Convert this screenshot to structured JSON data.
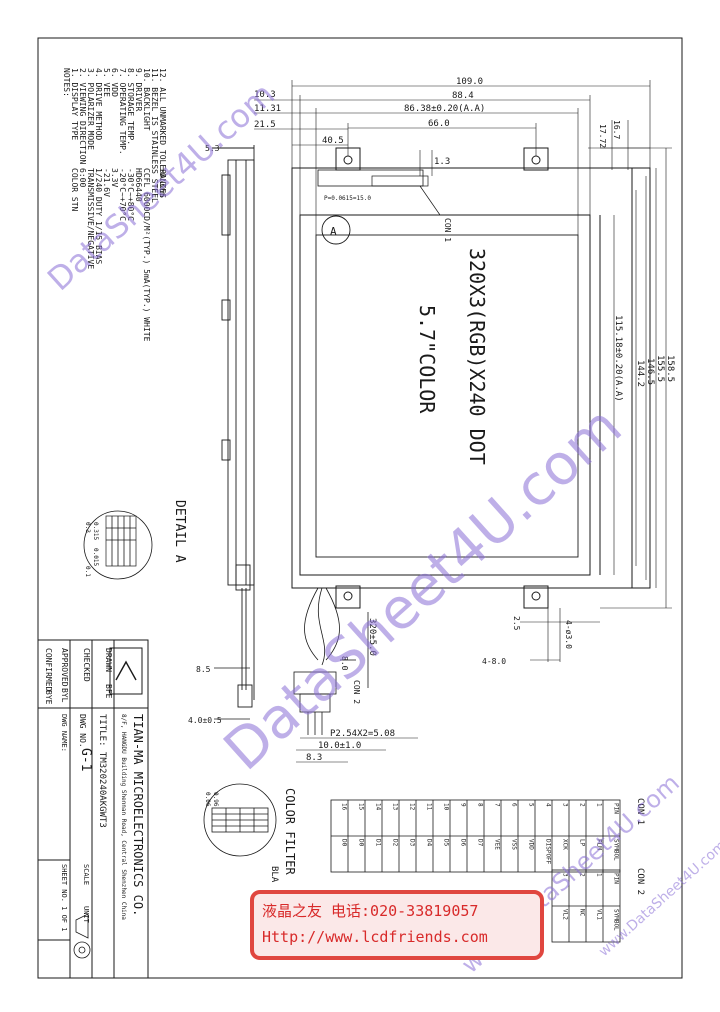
{
  "dimensions": {
    "top": [
      "109.0",
      "88.4",
      "86.38±0.20(A.A)",
      "66.0",
      "40.5",
      "1.3"
    ],
    "left": [
      "10.3",
      "11.31",
      "21.5",
      "5.3"
    ],
    "right_top": [
      "16.7",
      "17.72"
    ],
    "right_vertical": [
      "158.5",
      "155.5",
      "146.5",
      "144.2",
      "115.18±0.20(A.A)"
    ],
    "right_misc": [
      "2.5",
      "4-ø3.0",
      "4-8.0"
    ],
    "cable": [
      "320±5.0",
      "8.0",
      "8.5",
      "4.0±0.5"
    ],
    "bottom": [
      "P2.54X2=5.08",
      "10.0±1.0",
      "8.3"
    ],
    "pitch": "P=0.0615=15.0"
  },
  "panel": {
    "resolution": "320X3(RGB)X240 DOT",
    "size": "5.7\"COLOR",
    "connector1": "CON 1",
    "connector2": "CON 2",
    "detail_a_marker": "A"
  },
  "notes": {
    "title": "NOTES:",
    "items": [
      "1. DISPLAY TYPE",
      "2. VIEWING DIRECTION",
      "3. POLARIZER MODE",
      "4. DRIVE METHOD",
      "5. VEE",
      "6. VDD",
      "7. OPERATING TEMP.",
      "8. STORAGE TEMP.",
      "9. DRIVER",
      "10. BACKLIGHT",
      "11. BEZEL IS STAINLESS STEEL",
      "12. ALL UNMARKED TOLERANCES"
    ],
    "values": [
      "COLOR STN",
      "6:00",
      "TRANSMISSIVE/NEGATIVE",
      "1/240 DUTY  1/15 BIAS",
      "-21.6V",
      "3.3V",
      "-20°C~+70°C",
      "-30°C~+80°C",
      "HD66440",
      "CCFL 6000CD/M²(TYP.)  5mA(TYP.) WHITE",
      "",
      "±0.3mm"
    ]
  },
  "details": {
    "detail_a": "DETAIL A",
    "detail_a_values": [
      "0.3",
      "0.315",
      "0.015",
      "0.1"
    ],
    "detail_b_values": [
      "0.96",
      "0.06"
    ],
    "color_filter": "COLOR FILTER",
    "color_filter_sub": "BLA"
  },
  "title_block": {
    "company": "TIAN-MA MICROELECTRONICS CO.",
    "address": "8/F, HANGDU Building Shennan Road, Central Shenzhen China",
    "title": "TITLE: TM320240AKGWT3",
    "drawn": "DRAWN",
    "drawn_by": "BFE",
    "checked": "CHECKED",
    "approved": "APPROVED",
    "approved_by": "BYL",
    "confirmed": "CONFIRMED",
    "confirmed_by": "BYE",
    "dwg_no_label": "DWG NO.",
    "dwg_no": "G-1",
    "dwg_name": "DWG NAME:",
    "scale": "SCALE",
    "unit": "UNIT",
    "sheet": "SHEET NO. 1 OF 1"
  },
  "con1_table": {
    "header": [
      "PIN",
      "SYMBOL"
    ],
    "rows": [
      [
        "1",
        "FLM"
      ],
      [
        "2",
        "LP"
      ],
      [
        "3",
        "XCK"
      ],
      [
        "4",
        "DISPOFF"
      ],
      [
        "5",
        "VDD"
      ],
      [
        "6",
        "VSS"
      ],
      [
        "7",
        "VEE"
      ],
      [
        "8",
        "D7"
      ],
      [
        "9",
        "D6"
      ],
      [
        "10",
        "D5"
      ],
      [
        "11",
        "D4"
      ],
      [
        "12",
        "D3"
      ],
      [
        "13",
        "D2"
      ],
      [
        "14",
        "D1"
      ],
      [
        "15",
        "D0"
      ],
      [
        "16",
        "D0"
      ]
    ],
    "label": "CON 1"
  },
  "con2_table": {
    "header": [
      "PIN",
      "SYMBOL"
    ],
    "rows": [
      [
        "1",
        "VL1"
      ],
      [
        "2",
        "NC"
      ],
      [
        "3",
        "VL2"
      ]
    ],
    "label": "CON 2"
  },
  "stamp": {
    "line1": "液晶之友 电话:020-33819057",
    "line2": "Http://www.lcdfriends.com"
  },
  "watermarks": [
    "DataSheet4U.com",
    "DataSheet4U.com",
    "www.DataSheet4U.com",
    "www.DataSheet4U.com"
  ],
  "colors": {
    "line": "#1a1a1a",
    "stamp_border": "#e0463f",
    "stamp_text": "#d82a2a",
    "watermark": "#8a6fd6"
  }
}
